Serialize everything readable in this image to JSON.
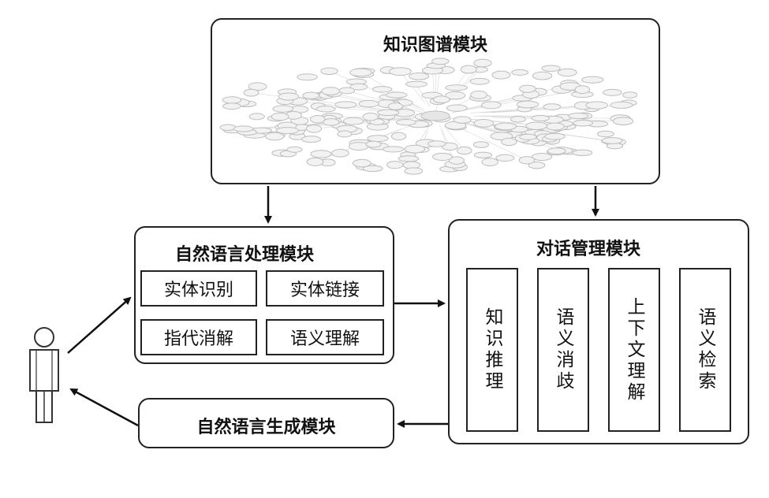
{
  "knowledge_graph": {
    "title": "知识图谱模块"
  },
  "nlp": {
    "title": "自然语言处理模块",
    "items": [
      "实体识别",
      "实体链接",
      "指代消解",
      "语义理解"
    ]
  },
  "dialog": {
    "title": "对话管理模块",
    "items": [
      "知识推理",
      "语义消歧",
      "上下文理解",
      "语义检索"
    ]
  },
  "nlg": {
    "title": "自然语言生成模块"
  }
}
